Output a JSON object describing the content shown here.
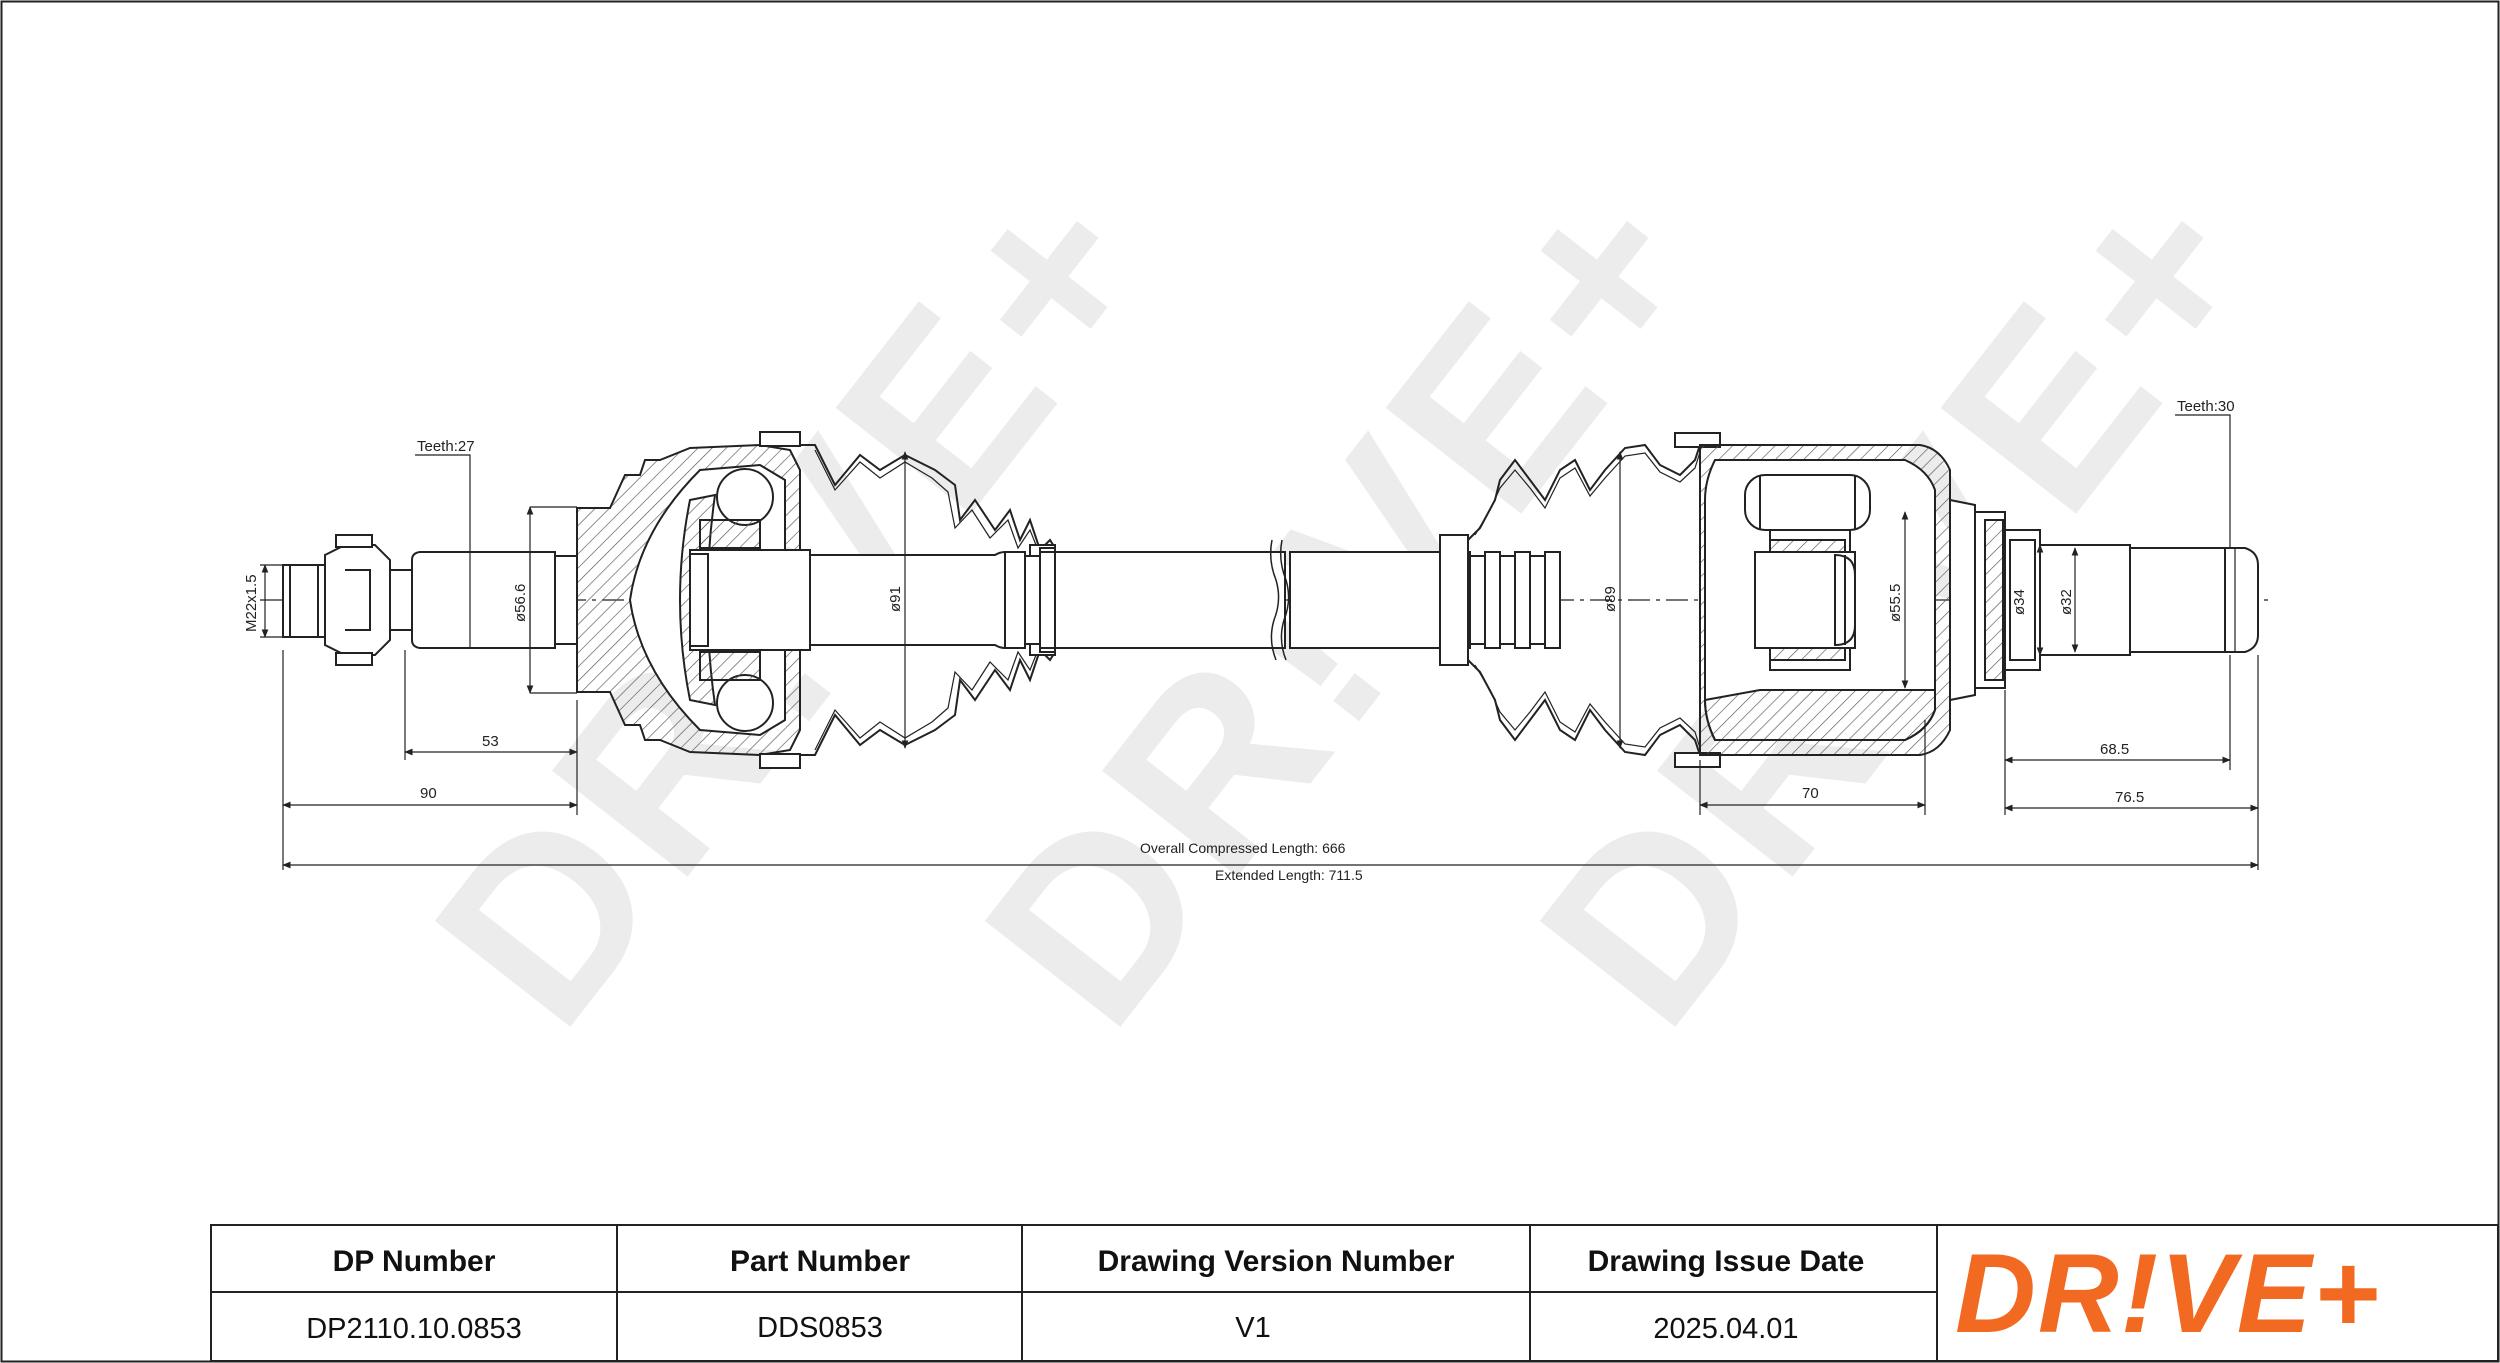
{
  "watermark": {
    "text": "DR!VE+"
  },
  "dimensions": {
    "teeth_left": "Teeth:27",
    "teeth_right": "Teeth:30",
    "thread": "M22x1.5",
    "dia_56_6": "ø56.6",
    "dia_91": "ø91",
    "dia_89": "ø89",
    "dia_55_5": "ø55.5",
    "dia_34": "ø34",
    "dia_32": "ø32",
    "len_53": "53",
    "len_90": "90",
    "len_70": "70",
    "len_68_5": "68.5",
    "len_76_5": "76.5",
    "overall": "Overall  Compressed  Length: 666",
    "extended": "Extended Length: 711.5"
  },
  "title_block": {
    "headers": [
      "DP Number",
      "Part Number",
      "Drawing Version Number",
      "Drawing Issue Date"
    ],
    "values": [
      "DP2110.10.0853",
      "DDS0853",
      "V1",
      "2025.04.01"
    ]
  },
  "logo": {
    "text": "DR!VE+",
    "color": "#f26a21",
    "dark": "#2b2b2b"
  }
}
